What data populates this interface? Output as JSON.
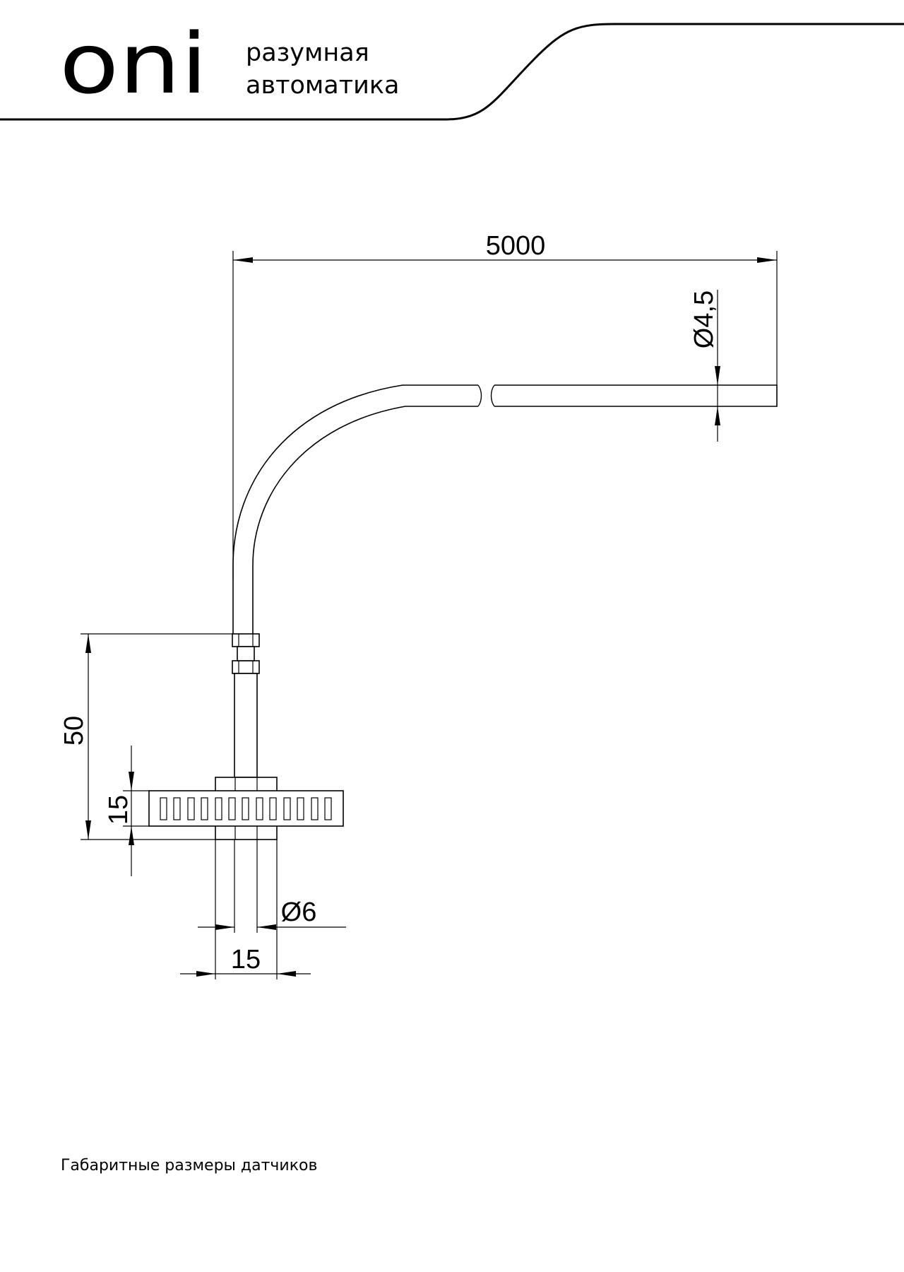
{
  "header": {
    "logo_text": "oni",
    "tagline_line1": "разумная",
    "tagline_line2": "автоматика"
  },
  "dimensions": {
    "cable_length": "5000",
    "cable_diameter": "Ø4,5",
    "probe_length": "50",
    "flange_thickness": "15",
    "probe_diameter": "Ø6",
    "flange_width": "15"
  },
  "caption": "Габаритные размеры датчиков"
}
